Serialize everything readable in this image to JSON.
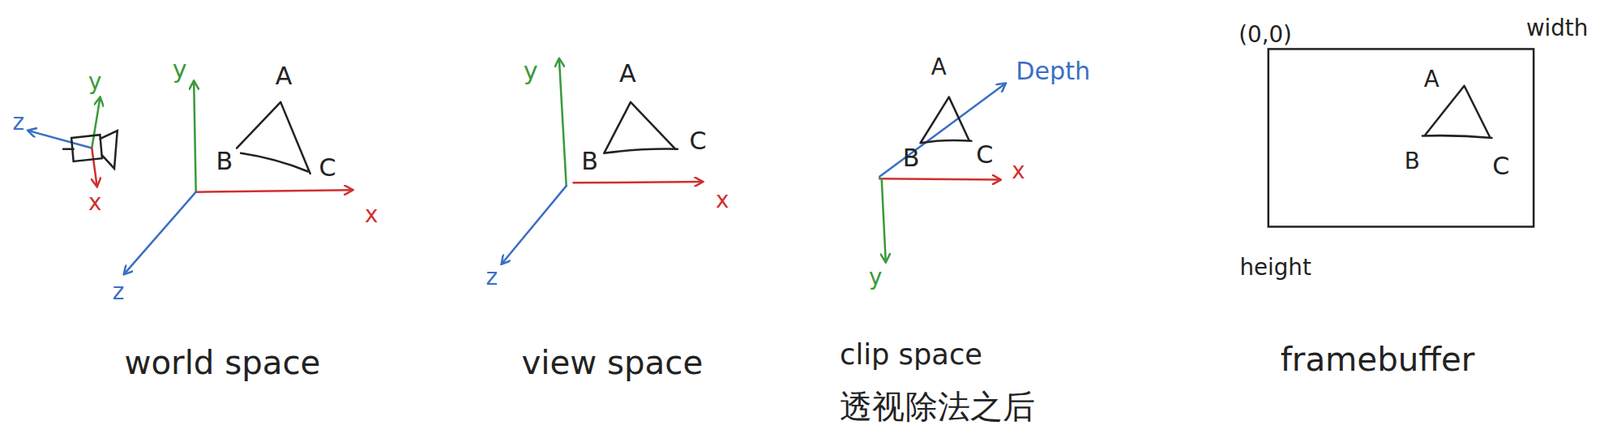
{
  "diagram": {
    "labels": [
      "y",
      "z",
      "x",
      "y",
      "A",
      "B",
      "C",
      "x",
      "z",
      "world space",
      "y",
      "A",
      "B",
      "C",
      "x",
      "z",
      "view space",
      "A",
      "Depth",
      "B",
      "C",
      "x",
      "y",
      "clip space",
      "透视除法之后",
      "(0,0)",
      "width",
      "A",
      "B",
      "C",
      "height",
      "framebuffer"
    ]
  }
}
